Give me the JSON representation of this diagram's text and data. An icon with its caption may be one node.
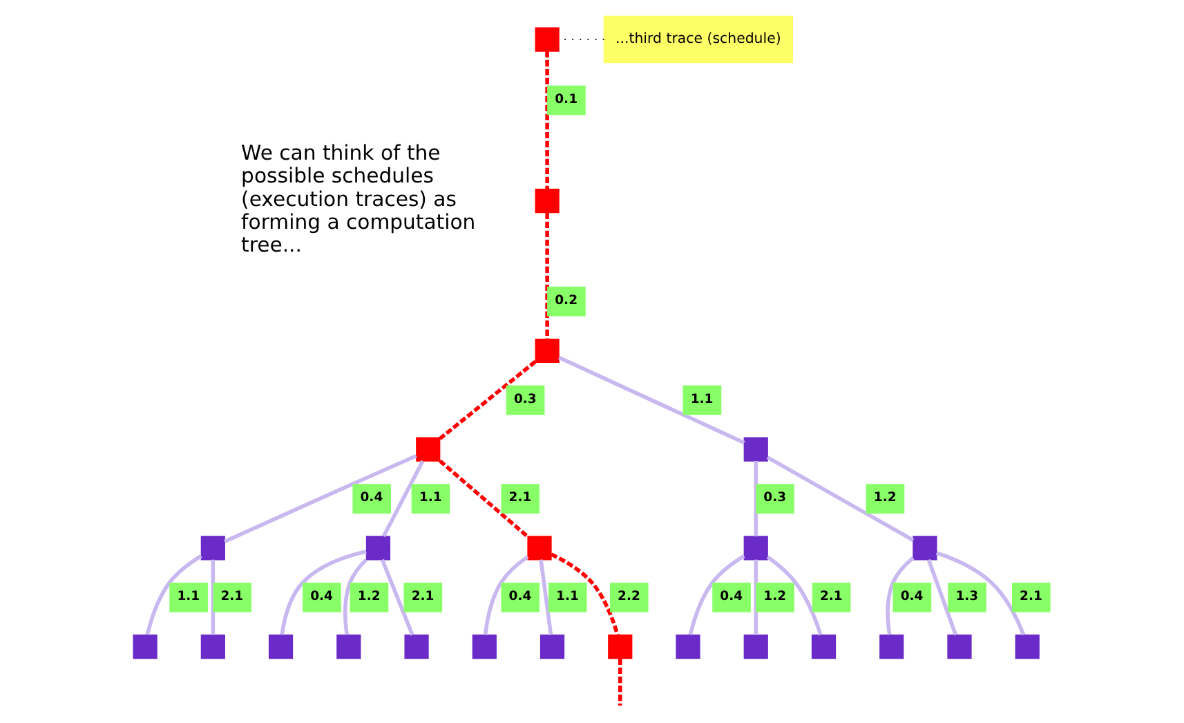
{
  "diagram": {
    "nodes": [
      {
        "text": [],
        "shape": "box"
      },
      {
        "text": [
          "...third trace (schedule)"
        ]
      },
      {
        "text": [],
        "shape": "box"
      },
      {
        "text": [],
        "shape": "box"
      },
      {
        "text": [],
        "shape": "box"
      },
      {
        "text": [],
        "shape": "box"
      },
      {
        "text": [],
        "shape": "box"
      },
      {
        "text": [],
        "shape": "box"
      },
      {
        "text": [],
        "shape": "box"
      },
      {
        "text": [],
        "shape": "box"
      },
      {
        "text": [],
        "shape": "box"
      },
      {
        "text": [],
        "shape": "box"
      },
      {
        "text": [],
        "shape": "box"
      },
      {
        "text": [],
        "shape": "box"
      },
      {
        "text": [],
        "shape": "box"
      },
      {
        "text": [],
        "shape": "box"
      },
      {
        "text": [],
        "shape": "box"
      },
      {
        "text": [],
        "shape": "box"
      },
      {
        "text": [],
        "shape": "box"
      },
      {
        "text": [],
        "shape": "box"
      },
      {
        "text": [],
        "shape": "box"
      },
      {
        "text": [],
        "shape": "box"
      },
      {
        "text": [],
        "shape": "box"
      },
      {
        "text": [],
        "shape": "box"
      },
      {
        "text": [],
        "shape": "box"
      }
    ],
    "edges": [
      {
        "from": 1,
        "to": 0,
        "arrow": "none",
        "style": "dashed",
        "color": "#000000"
      },
      {
        "from": 0,
        "to": 2,
        "arrow": "none",
        "label": "0.1",
        "style": "dashed",
        "color": "#ff0000"
      },
      {
        "from": 2,
        "to": 3,
        "arrow": "none",
        "label": "0.2",
        "style": "dashed",
        "color": "#ff0000"
      },
      {
        "from": 3,
        "to": 4,
        "arrow": "none",
        "label": "0.3",
        "style": "dashed",
        "color": "#ff0000"
      },
      {
        "from": 3,
        "to": 5,
        "arrow": "none",
        "label": "1.1"
      },
      {
        "from": 4,
        "to": 6,
        "arrow": "none",
        "label": "0.4"
      },
      {
        "from": 4,
        "to": 7,
        "arrow": "none",
        "label": "1.1"
      },
      {
        "from": 4,
        "to": 8,
        "arrow": "none",
        "label": "2.1",
        "style": "dashed",
        "color": "#ff0000"
      },
      {
        "from": 5,
        "to": 9,
        "arrow": "none",
        "label": "0.3"
      },
      {
        "from": 5,
        "to": 10,
        "arrow": "none",
        "label": "1.2"
      },
      {
        "from": 6,
        "to": 11,
        "arrow": "none",
        "label": "1.1"
      },
      {
        "from": 6,
        "to": 12,
        "arrow": "none",
        "label": "2.1"
      },
      {
        "from": 7,
        "to": 13,
        "arrow": "none",
        "label": "0.4"
      },
      {
        "from": 7,
        "to": 14,
        "arrow": "none",
        "label": "1.2"
      },
      {
        "from": 7,
        "to": 15,
        "arrow": "none",
        "label": "2.1"
      },
      {
        "from": 8,
        "to": 16,
        "arrow": "none",
        "label": "0.4"
      },
      {
        "from": 8,
        "to": 17,
        "arrow": "none",
        "label": "1.1"
      },
      {
        "from": 8,
        "to": 18,
        "arrow": "none",
        "label": "2.2",
        "style": "dashed",
        "color": "#ff0000"
      },
      {
        "from": 9,
        "to": 19,
        "arrow": "none",
        "label": "0.4"
      },
      {
        "from": 9,
        "to": 20,
        "arrow": "none",
        "label": "1.2"
      },
      {
        "from": 9,
        "to": 21,
        "arrow": "none",
        "label": "2.1"
      },
      {
        "from": 10,
        "to": 22,
        "arrow": "none",
        "label": "0.4"
      },
      {
        "from": 10,
        "to": 23,
        "arrow": "none",
        "label": "1.3"
      },
      {
        "from": 10,
        "to": 24,
        "arrow": "none",
        "label": "2.1"
      },
      {
        "from": 18,
        "to": null,
        "arrow": "none",
        "style": "dashed",
        "color": "#ff0000"
      }
    ],
    "labels": [
      "We can think of the possible schedules (execution traces) as forming a computation tree..."
    ]
  }
}
